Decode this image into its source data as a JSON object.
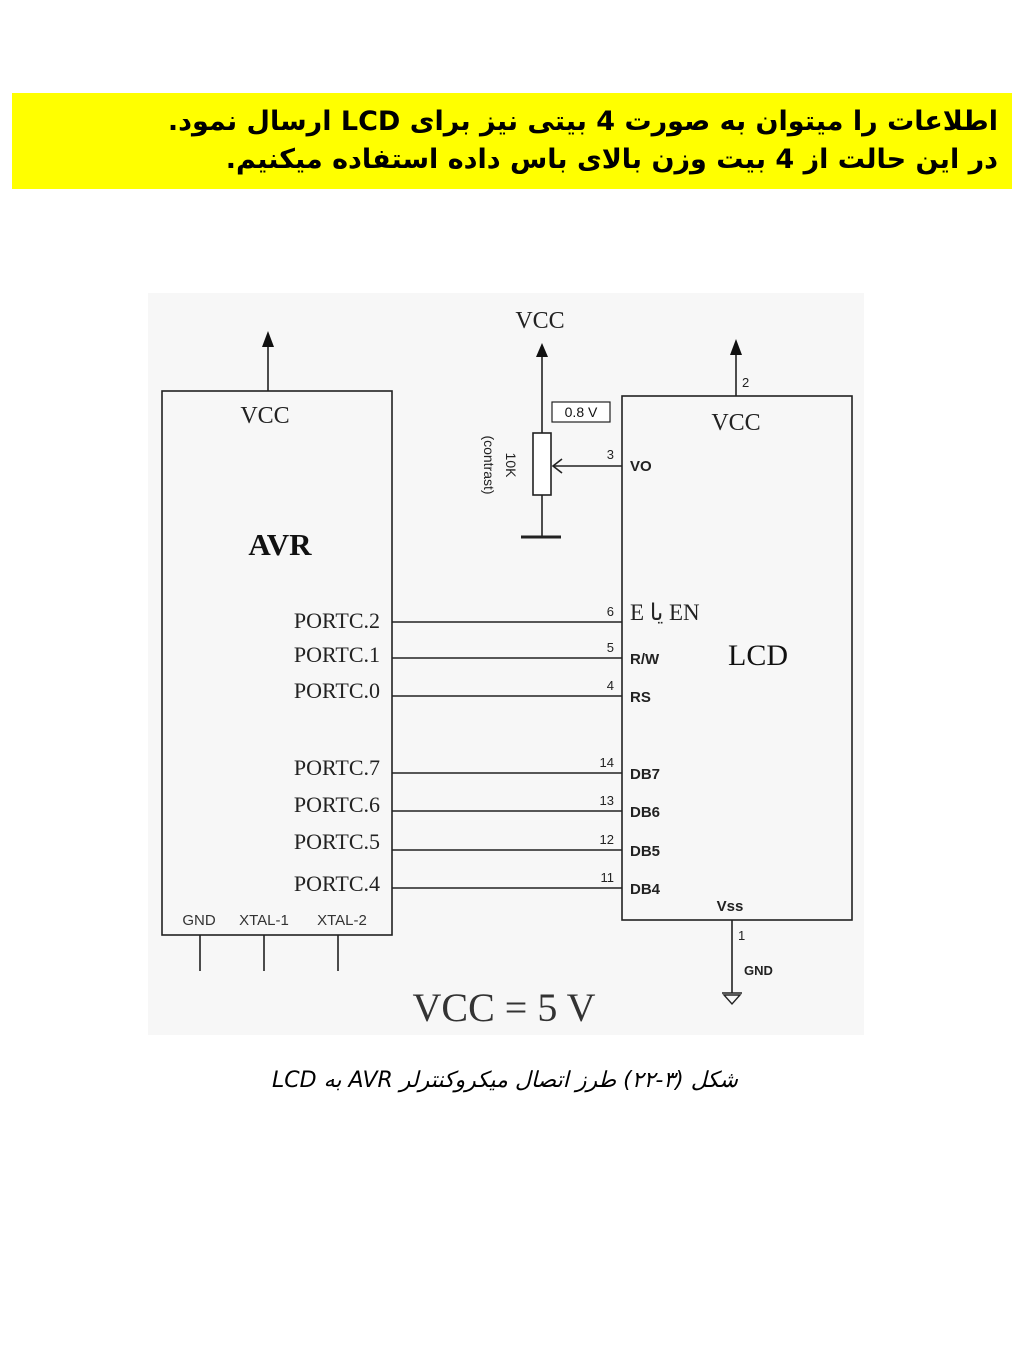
{
  "banner": {
    "line1": "اطلاعات را میتوان به صورت 4 بیتی نیز برای LCD ارسال نمود.",
    "line2": "در این حالت از 4 بیت وزن بالای باس داده استفاده میکنیم."
  },
  "avr": {
    "vcc_label": "VCC",
    "name": "AVR",
    "ports_top": [
      "PORTC.2",
      "PORTC.1",
      "PORTC.0"
    ],
    "ports_bottom": [
      "PORTC.7",
      "PORTC.6",
      "PORTC.5",
      "PORTC.4"
    ],
    "bottom_pins": [
      "GND",
      "XTAL-1",
      "XTAL-2"
    ]
  },
  "pot": {
    "vcc_label": "VCC",
    "voltage": "0.8 V",
    "value": "10K",
    "note": "(contrast)"
  },
  "lcd": {
    "name": "LCD",
    "vcc_label": "VCC",
    "vcc_pin": "2",
    "vo_pin": "3",
    "vo_label": "VO",
    "pins": [
      {
        "num": "6",
        "label": "E یا EN"
      },
      {
        "num": "5",
        "label": "R/W"
      },
      {
        "num": "4",
        "label": "RS"
      },
      {
        "num": "14",
        "label": "DB7"
      },
      {
        "num": "13",
        "label": "DB6"
      },
      {
        "num": "12",
        "label": "DB5"
      },
      {
        "num": "11",
        "label": "DB4"
      }
    ],
    "vss_label": "Vss",
    "vss_pin": "1",
    "gnd_label": "GND"
  },
  "supply_note": "VCC = 5 V",
  "caption": "شکل (۳-۲۲) طرز اتصال میکروکنترلر AVR به LCD"
}
